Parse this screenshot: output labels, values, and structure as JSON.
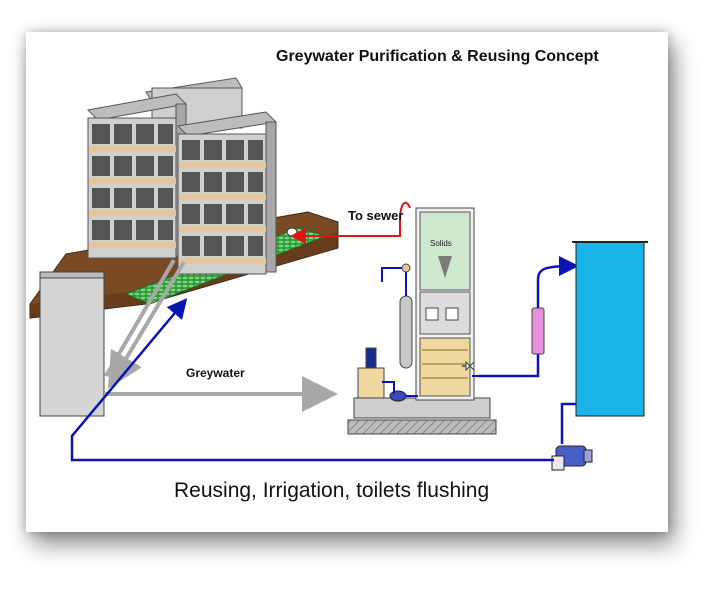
{
  "title": "Greywater Purification & Reusing Concept",
  "labels": {
    "to_sewer": "To sewer",
    "greywater": "Greywater",
    "solids": "Solids"
  },
  "caption": "Reusing, Irrigation, toilets flushing",
  "colors": {
    "ground": "#7a4a24",
    "lawn": "#2e9a3a",
    "building": "#d0d0d0",
    "building_band": "#e8c596",
    "window": "#555555",
    "tank": "#1bb4e8",
    "clean_water": "#0a14b4",
    "sewer_line": "#e01414",
    "greywater_line": "#a8a8a8",
    "filter": "#e890e0"
  }
}
